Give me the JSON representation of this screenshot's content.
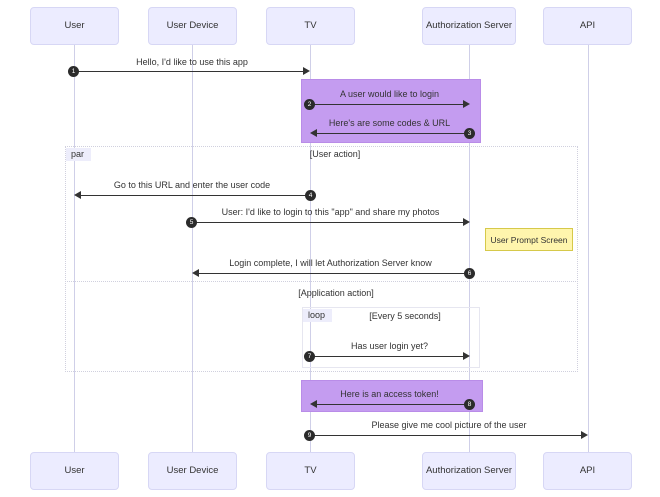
{
  "diagram": {
    "type": "sequence-diagram",
    "title": "",
    "colors": {
      "actor_fill": "#ECECFF",
      "activation_fill": "#C49CF0",
      "note_fill": "#FFF5AD",
      "line": "#333333",
      "frame_label_fill": "#EDEDFB"
    }
  },
  "participants": [
    {
      "id": "user",
      "label": "User"
    },
    {
      "id": "device",
      "label": "User Device"
    },
    {
      "id": "tv",
      "label": "TV"
    },
    {
      "id": "auth",
      "label": "Authorization Server"
    },
    {
      "id": "api",
      "label": "API"
    }
  ],
  "participants_bottom": [
    {
      "id": "user",
      "label": "User"
    },
    {
      "id": "device",
      "label": "User Device"
    },
    {
      "id": "tv",
      "label": "TV"
    },
    {
      "id": "auth",
      "label": "Authorization Server"
    },
    {
      "id": "api",
      "label": "API"
    }
  ],
  "frames": [
    {
      "id": "par",
      "keyword": "par",
      "title": "[User action]"
    },
    {
      "id": "par2",
      "keyword": "",
      "title": "[Application action]"
    },
    {
      "id": "loop",
      "keyword": "loop",
      "title": "[Every 5 seconds]"
    }
  ],
  "messages": [
    {
      "num": "1",
      "from": "user",
      "to": "tv",
      "label": "Hello, I'd like to use this app"
    },
    {
      "num": "2",
      "from": "tv",
      "to": "auth",
      "label": "A user would like to login"
    },
    {
      "num": "3",
      "from": "auth",
      "to": "tv",
      "label": "Here's are some codes & URL"
    },
    {
      "num": "4",
      "from": "tv",
      "to": "user",
      "label": "Go to this URL and enter the user code"
    },
    {
      "num": "5",
      "from": "device",
      "to": "auth",
      "label": "User: I'd like to login to this \"app\" and share my photos"
    },
    {
      "num": "6",
      "from": "auth",
      "to": "device",
      "label": "Login complete, I will let Authorization Server know"
    },
    {
      "num": "7",
      "from": "tv",
      "to": "auth",
      "label": "Has user login yet?"
    },
    {
      "num": "8",
      "from": "auth",
      "to": "tv",
      "label": "Here is an access token!"
    },
    {
      "num": "9",
      "from": "tv",
      "to": "api",
      "label": "Please give me cool picture of the user"
    }
  ],
  "notes": [
    {
      "id": "user-prompt",
      "label": "User Prompt Screen",
      "attached_to": "auth"
    }
  ]
}
